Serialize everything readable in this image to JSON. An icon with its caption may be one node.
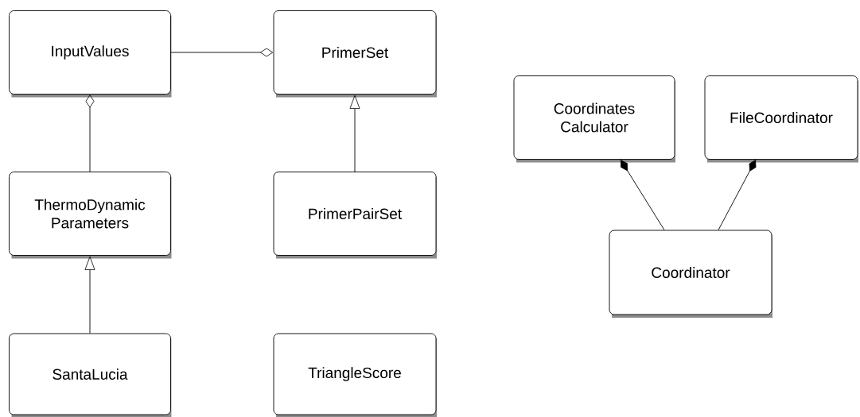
{
  "diagram": {
    "nodes": [
      {
        "text": [
          "InputValues"
        ]
      },
      {
        "text": [
          "PrimerSet"
        ]
      },
      {
        "text": [
          "Coordinates Calculator"
        ]
      },
      {
        "text": [
          "FileCoordinator"
        ]
      },
      {
        "text": [
          "ThermoDynamic Parameters"
        ]
      },
      {
        "text": [
          "PrimerPairSet"
        ]
      },
      {
        "text": [
          "Coordinator"
        ]
      },
      {
        "text": [
          "SantaLucia"
        ]
      },
      {
        "text": [
          "TriangleScore"
        ]
      }
    ],
    "edges": [
      {
        "from": 0,
        "to": 1,
        "arrow": "other"
      },
      {
        "from": 4,
        "to": 0,
        "arrow": "other"
      },
      {
        "from": 5,
        "to": 1,
        "arrow": "to"
      },
      {
        "from": 7,
        "to": 4,
        "arrow": "to"
      },
      {
        "from": 6,
        "to": 2,
        "arrow": "other"
      },
      {
        "from": 6,
        "to": 3,
        "arrow": "other"
      }
    ]
  }
}
